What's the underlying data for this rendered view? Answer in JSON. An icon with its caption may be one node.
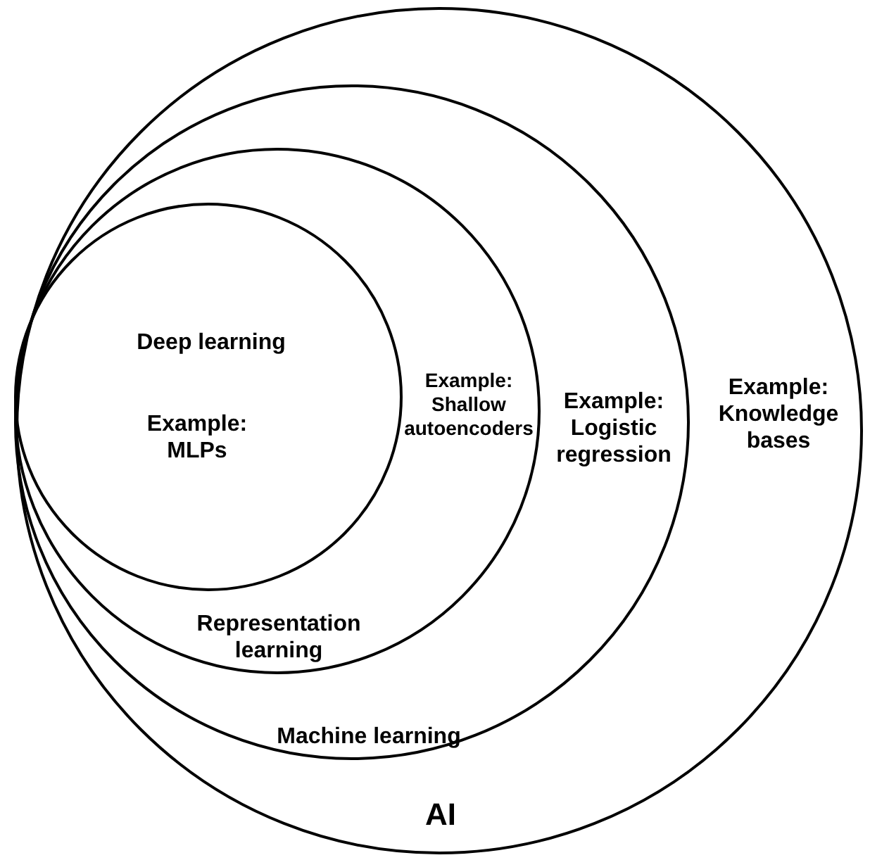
{
  "diagram": {
    "nodes": [
      {
        "text": [
          "Example: Knowledge bases",
          "AI"
        ]
      },
      {
        "text": [
          "Example: Logistic regression",
          "Machine learning"
        ],
        "in": 0
      },
      {
        "text": [
          "Example: Shallow autoencoders",
          "Representation learning"
        ],
        "in": 1
      },
      {
        "text": [
          "Deep learning",
          "Example: MLPs"
        ],
        "in": 2
      }
    ]
  }
}
